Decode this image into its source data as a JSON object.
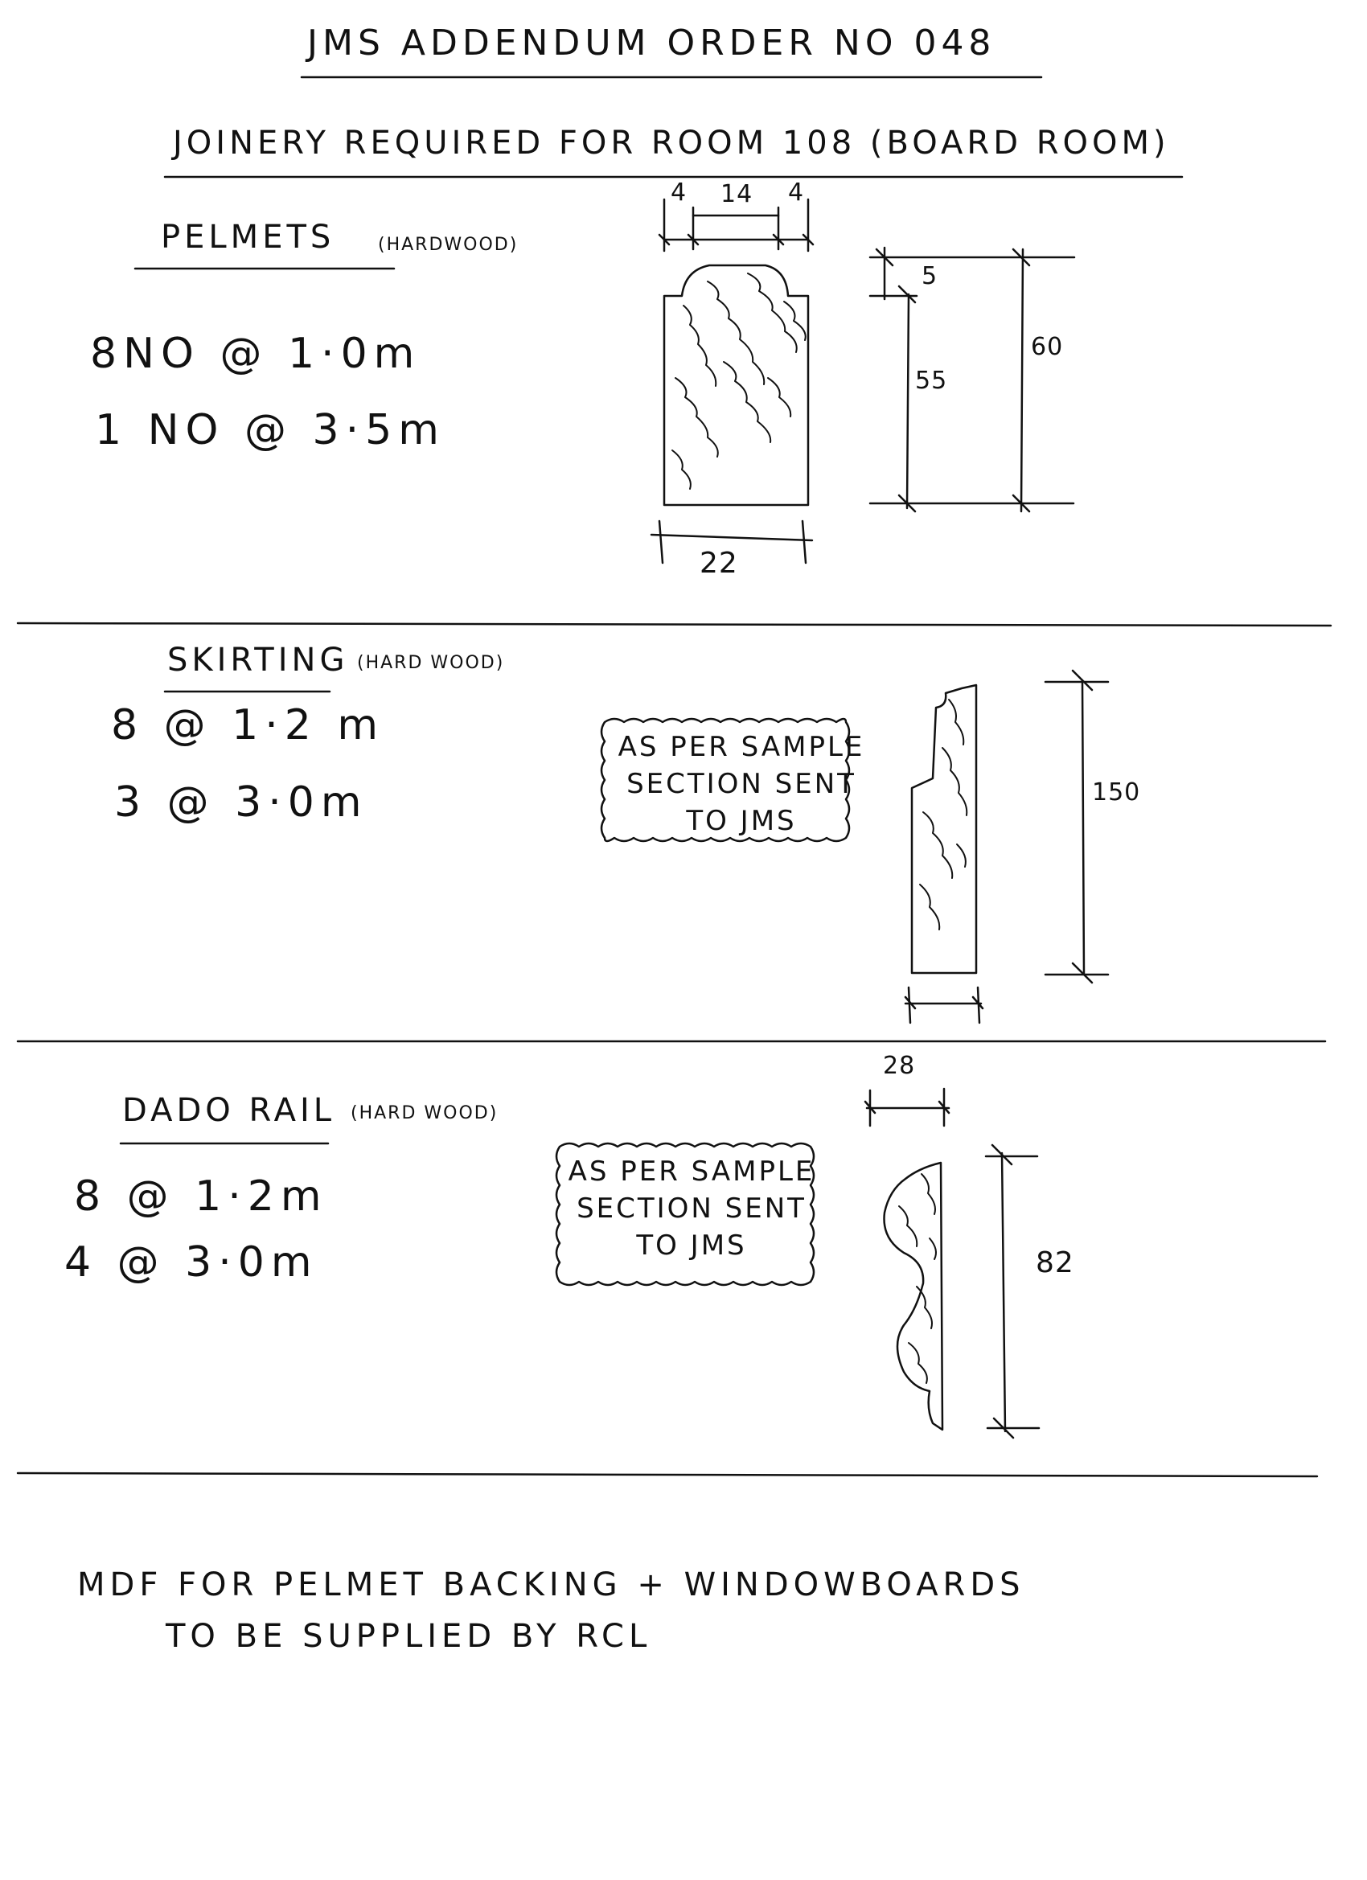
{
  "title": "JMS ADDENDUM ORDER NO 048",
  "subtitle": "JOINERY REQUIRED FOR ROOM 108 (BOARD ROOM)",
  "pelmets": {
    "heading": "PELMETS",
    "material": "(HARDWOOD)",
    "quantities": [
      "8NO @ 1·0m",
      "1 NO @ 3·5m"
    ],
    "dims": {
      "left_margin": "4",
      "top_width": "14",
      "right_margin": "4",
      "top_step": "5",
      "body_height": "55",
      "total_height": "60",
      "width": "22"
    }
  },
  "skirting": {
    "heading": "SKIRTING",
    "material": "(HARD WOOD)",
    "quantities": [
      "8 @ 1·2 m",
      "3 @ 3·0m"
    ],
    "note": [
      "AS PER SAMPLE",
      "SECTION SENT",
      "TO JMS"
    ],
    "dims": {
      "height": "150"
    }
  },
  "dado_rail": {
    "heading": "DADO RAIL",
    "material": "(HARD WOOD)",
    "quantities": [
      "8 @ 1·2m",
      "4 @ 3·0m"
    ],
    "note": [
      "AS PER SAMPLE",
      "SECTION SENT",
      "TO JMS"
    ],
    "dims": {
      "width": "28",
      "height": "82"
    }
  },
  "footer": [
    "MDF FOR PELMET BACKING + WINDOWBOARDS",
    "TO BE SUPPLIED BY RCL"
  ]
}
